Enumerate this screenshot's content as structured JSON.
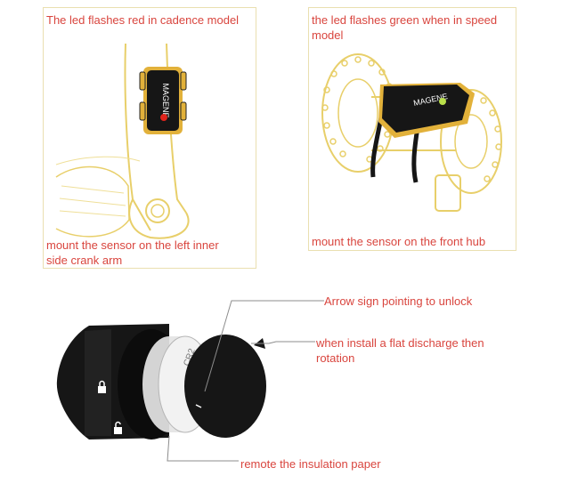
{
  "top_left": {
    "caption_top": "The led flashes red in cadence model",
    "caption_bottom": "mount the sensor on the left inner side crank arm",
    "sensor_brand": "MAGENE",
    "led_color": "#e0241c"
  },
  "top_right": {
    "caption_top": "the led flashes green when in speed model",
    "caption_bottom": "mount the sensor on the front hub",
    "sensor_brand": "MAGENE",
    "led_color": "#b9e04a"
  },
  "bottom": {
    "callout_arrow": "Arrow sign pointing to unlock",
    "callout_discharge": "when install a flat discharge then rotation",
    "callout_insulation": "remote the insulation paper",
    "battery_text": "CR2"
  },
  "colors": {
    "caption_red": "#d9453e",
    "line_yellow": "#e8cf6a",
    "device_black": "#161616",
    "accent_gold": "#e2b13a"
  }
}
